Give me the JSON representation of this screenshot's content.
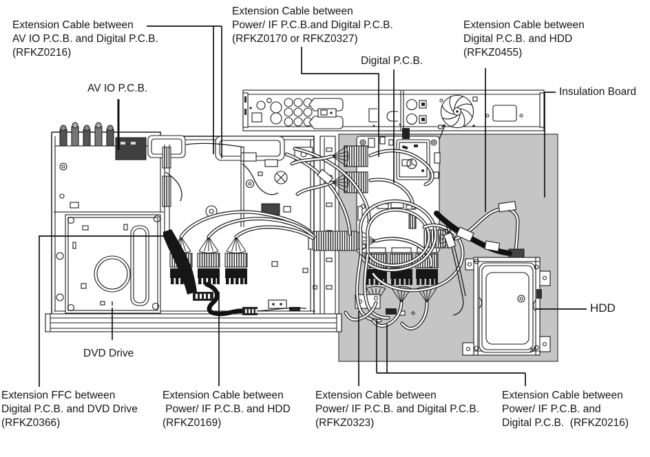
{
  "figure": {
    "type": "service-diagram-dvd-recorder-cabling",
    "colors": {
      "background": "#ffffff",
      "line": "#1a1a1a",
      "insulation_board": "#c5c5c5"
    },
    "labels": {
      "ext_cable_avio_digital": "Extension Cable between\nAV IO P.C.B. and Digital P.C.B.\n(RFKZ0216)",
      "ext_cable_power_digital_top": "Extension Cable between\nPower/ IF P.C.B.and Digital P.C.B.\n(RFKZ0170 or RFKZ0327)",
      "digital_pcb": "Digital P.C.B.",
      "ext_cable_digital_hdd": "Extension Cable between\nDigital P.C.B. and HDD\n(RFKZ0455)",
      "insulation_board": "Insulation Board",
      "av_io_pcb": "AV IO P.C.B.",
      "hdd": "HDD",
      "dvd_drive": "DVD Drive",
      "ext_ffc_digital_dvd": "Extension FFC between\nDigital P.C.B. and DVD Drive\n(RFKZ0366)",
      "ext_cable_power_hdd": "Extension Cable between\n Power/ IF P.C.B. and HDD\n(RFKZ0169)",
      "ext_cable_power_digital_bottom": "Extension Cable between\nPower/ IF P.C.B. and Digital P.C.B.\n(RFKZ0323)",
      "ext_cable_power_digital_bottom_right": "Extension Cable between\nPower/ IF P.C.B. and\nDigital P.C.B.  (RFKZ0216)"
    }
  }
}
